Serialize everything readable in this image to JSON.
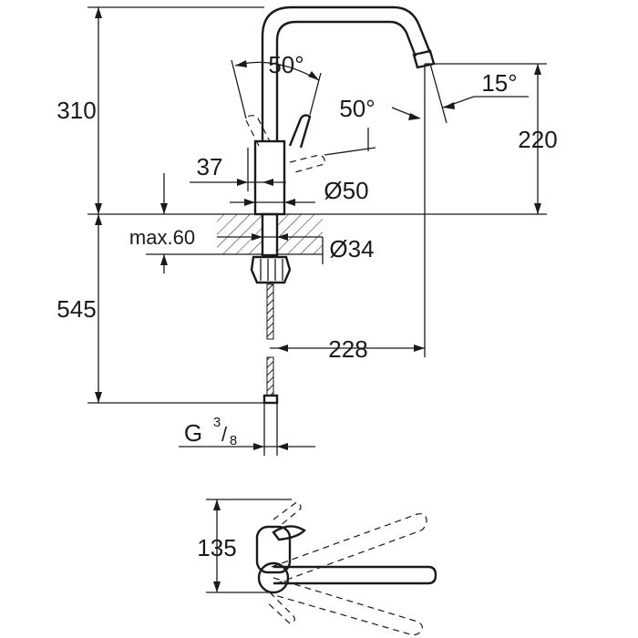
{
  "dimensions": {
    "height_total_above": "310",
    "spout_height": "220",
    "lever_angle_back": "50°",
    "lever_angle_front": "50°",
    "spout_tilt": "15°",
    "lever_offset": "37",
    "body_diameter": "Ø50",
    "max_deck_thickness": "max.60",
    "mount_hole_diameter": "Ø34",
    "height_below_deck": "545",
    "spout_reach": "228",
    "connection_thread": "G",
    "connection_sup": "3",
    "connection_sub": "8",
    "swivel_depth": "135"
  },
  "colors": {
    "line": "#1a1a1a",
    "background": "#ffffff"
  }
}
